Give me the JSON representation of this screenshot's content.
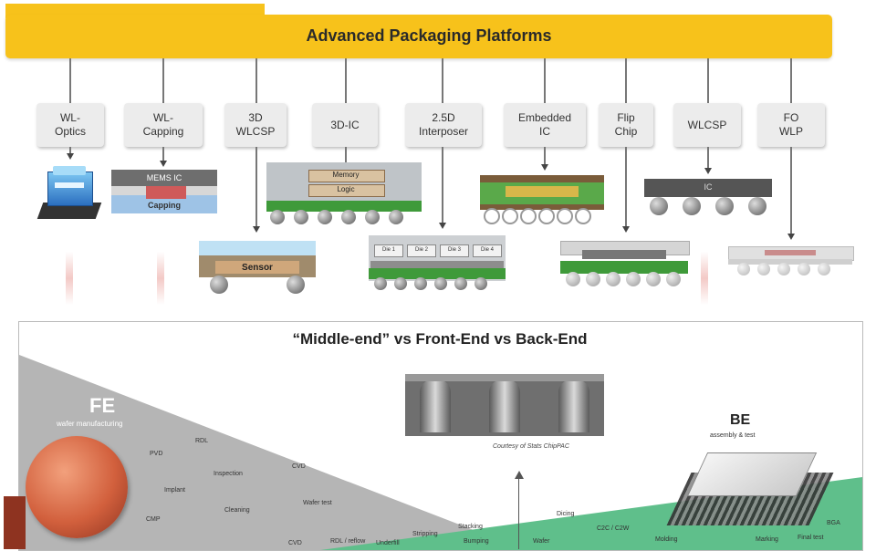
{
  "banner": {
    "title": "Advanced Packaging Platforms"
  },
  "platforms": [
    {
      "label": "WL-\nOptics"
    },
    {
      "label": "WL-\nCapping"
    },
    {
      "label": "3D\nWLCSP"
    },
    {
      "label": "3D-IC"
    },
    {
      "label": "2.5D\nInterposer"
    },
    {
      "label": "Embedded\nIC"
    },
    {
      "label": "Flip\nChip"
    },
    {
      "label": "WLCSP"
    },
    {
      "label": "FO\nWLP"
    }
  ],
  "packages": {
    "mems_ic": "MEMS IC",
    "capping": "Capping",
    "sensor": "Sensor",
    "memory": "Memory",
    "logic": "Logic",
    "dies": [
      "Die 1",
      "Die 2",
      "Die 3",
      "Die 4"
    ],
    "wlcsp_ic": "IC"
  },
  "comparison": {
    "title": "“Middle-end” vs Front-End vs Back-End",
    "fe_title": "FE",
    "fe_subtitle": "wafer manufacturing",
    "be_title": "BE",
    "be_subtitle": "assembly & test",
    "courtesy": "Courtesy of Stats ChipPAC",
    "fe_labels": [
      "PVD",
      "RDL",
      "Inspection",
      "CVD",
      "Implant",
      "Cleaning",
      "Wafer test",
      "CMP"
    ],
    "mid_labels": [
      "CVD",
      "RDL / reflow",
      "Stripping",
      "Stacking",
      "Bumping",
      "Underfill",
      "Dicing",
      "C2C / C2W",
      "Molding",
      "Final test",
      "Wafer",
      "Marking",
      "BGA"
    ]
  },
  "colors": {
    "banner": "#f7c21b",
    "fe_wedge": "#b5b5b5",
    "be_wedge": "#5fbf8b",
    "wafer": "#d2603d",
    "substrate_green": "#3f9a3a"
  }
}
